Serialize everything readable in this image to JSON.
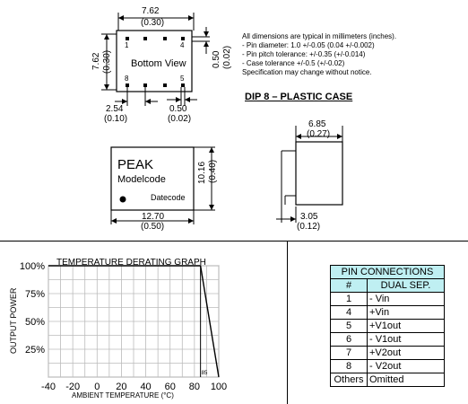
{
  "top_view": {
    "width_mm": "7.62",
    "width_in": "(0.30)",
    "height_mm": "7.62",
    "height_in": "(0.30)",
    "label": "Bottom View",
    "pin1": "1",
    "pin4": "4",
    "pin5": "5",
    "pin8": "8",
    "right_mm": "0.50",
    "right_in": "(0.02)",
    "pitch_mm": "2.54",
    "pitch_in": "(0.10)",
    "bottom_mm": "0.50",
    "bottom_in": "(0.02)"
  },
  "notes": [
    "All dimensions are typical in millimeters (inches).",
    "- Pin diameter: 1.0 +/-0.05 (0.04 +/-0.002)",
    "- Pin pitch tolerance: +/-0.35 (+/-0.014)",
    "- Case tolerance +/-0.5 (+/-0.02)",
    "Specification may change without notice."
  ],
  "case_title": "DIP 8 – PLASTIC CASE",
  "front_view": {
    "brand": "PEAK",
    "model": "Modelcode",
    "date": "Datecode",
    "width_mm": "12.70",
    "width_in": "(0.50)",
    "height_mm": "10.16",
    "height_in": "(0.40)"
  },
  "side_view": {
    "width_mm": "6.85",
    "width_in": "(0.27)",
    "pin_mm": "3.05",
    "pin_in": "(0.12)"
  },
  "chart_data": {
    "type": "line",
    "title": "TEMPERATURE DERATING GRAPH",
    "xlabel": "AMBIENT TEMPERATURE (°C)",
    "ylabel": "OUTPUT POWER",
    "x_ticks": [
      "-40",
      "-20",
      "0",
      "20",
      "40",
      "60",
      "80",
      "100"
    ],
    "y_ticks": [
      "100%",
      "75%",
      "50%",
      "25%"
    ],
    "xlim": [
      -40,
      100
    ],
    "ylim": [
      0,
      100
    ],
    "grid": true,
    "annotation": "85",
    "series": [
      {
        "x": [
          -40,
          85,
          100
        ],
        "y": [
          100,
          100,
          0
        ]
      }
    ]
  },
  "pin_connections": {
    "title": "PIN CONNECTIONS",
    "col_num": "#",
    "col_fn": "DUAL SEP.",
    "rows": [
      {
        "num": "1",
        "fn": "- Vin"
      },
      {
        "num": "4",
        "fn": "+Vin"
      },
      {
        "num": "5",
        "fn": "+V1out"
      },
      {
        "num": "6",
        "fn": "- V1out"
      },
      {
        "num": "7",
        "fn": "+V2out"
      },
      {
        "num": "8",
        "fn": "- V2out"
      },
      {
        "num": "Others",
        "fn": "Omitted"
      }
    ]
  }
}
